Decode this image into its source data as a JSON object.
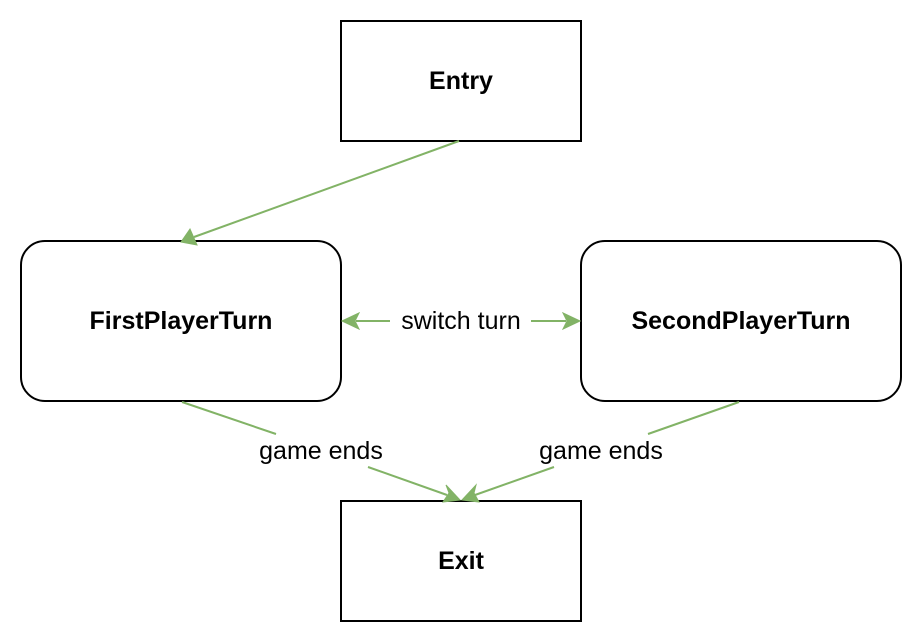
{
  "diagram": {
    "nodes": {
      "entry": "Entry",
      "first": "FirstPlayerTurn",
      "second": "SecondPlayerTurn",
      "exit": "Exit"
    },
    "edges": {
      "switch_turn": "switch turn",
      "first_game_ends": "game ends",
      "second_game_ends": "game ends"
    }
  },
  "colors": {
    "edge": "#82b366",
    "border": "#000000",
    "background": "#ffffff"
  }
}
